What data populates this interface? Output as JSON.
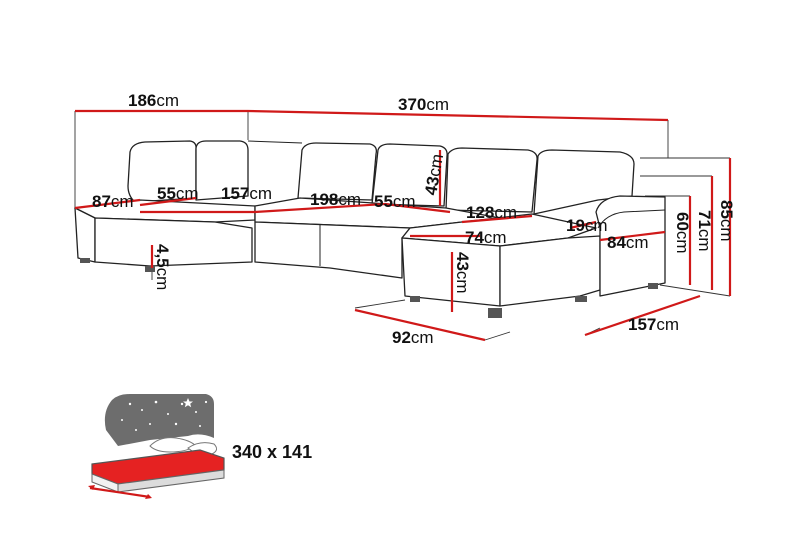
{
  "accent_color": "#d01919",
  "dimensions": [
    {
      "id": "total-left-width",
      "value": "186",
      "unit": "cm"
    },
    {
      "id": "total-width",
      "value": "370",
      "unit": "cm"
    },
    {
      "id": "left-seat-depth",
      "value": "87",
      "unit": "cm"
    },
    {
      "id": "left-seat-inner",
      "value": "55",
      "unit": "cm"
    },
    {
      "id": "left-seat-length",
      "value": "157",
      "unit": "cm"
    },
    {
      "id": "middle-seat-length",
      "value": "198",
      "unit": "cm"
    },
    {
      "id": "middle-seat-depth",
      "value": "55",
      "unit": "cm"
    },
    {
      "id": "back-height",
      "value": "43",
      "unit": "cm"
    },
    {
      "id": "chaise-length",
      "value": "128",
      "unit": "cm"
    },
    {
      "id": "chaise-inner",
      "value": "74",
      "unit": "cm"
    },
    {
      "id": "armrest-width",
      "value": "19",
      "unit": "cm"
    },
    {
      "id": "armrest-depth",
      "value": "84",
      "unit": "cm"
    },
    {
      "id": "leg-height",
      "value": "4,5",
      "unit": "cm"
    },
    {
      "id": "seat-height",
      "value": "43",
      "unit": "cm"
    },
    {
      "id": "armrest-height",
      "value": "60",
      "unit": "cm"
    },
    {
      "id": "back-top-height",
      "value": "71",
      "unit": "cm"
    },
    {
      "id": "total-height",
      "value": "85",
      "unit": "cm"
    },
    {
      "id": "chaise-width",
      "value": "92",
      "unit": "cm"
    },
    {
      "id": "chaise-depth",
      "value": "157",
      "unit": "cm"
    }
  ],
  "bed": {
    "size_label": "340 x 141"
  }
}
